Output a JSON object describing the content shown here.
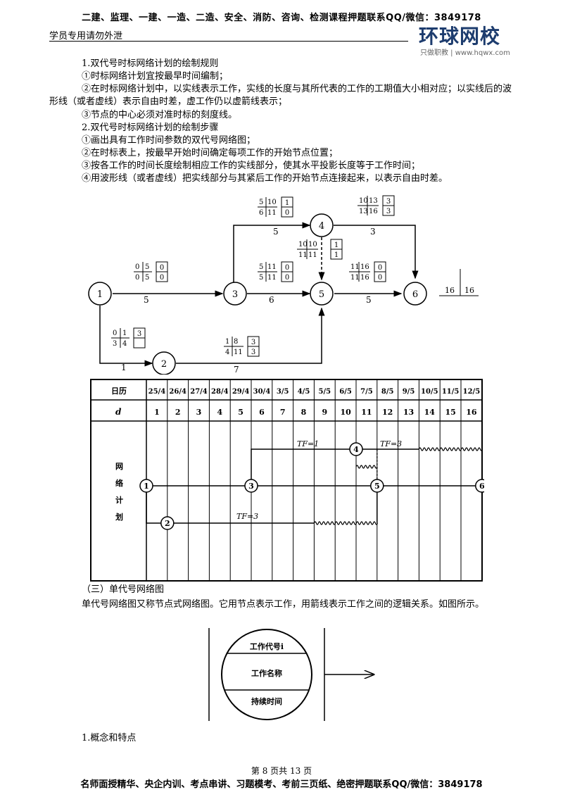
{
  "header": {
    "top_banner": "二建、监理、一建、一造、二造、安全、消防、咨询、检测课程押题联系QQ/微信：3849178",
    "left_note": "学员专用请勿外泄",
    "logo_text": "环球网校",
    "logo_sub": "只做职教 | www.hqwx.com"
  },
  "body": {
    "rules_title": "1.双代号时标网络计划的绘制规则",
    "rule_1": "①时标网络计划宜按最早时间编制；",
    "rule_2": "②在时标网络计划中，以实线表示工作，实线的长度与其所代表的工作的工期值大小相对应；以实线后的波形线（或者虚线）表示自由时差，虚工作仍以虚箭线表示；",
    "rule_3": "③节点的中心必须对准时标的刻度线。",
    "steps_title": "2.双代号时标网络计划的绘制步骤",
    "step_1": "①画出具有工作时间参数的双代号网络图；",
    "step_2": "②在时标表上，按最早开始时间确定每项工作的开始节点位置；",
    "step_3": "③按各工作的时间长度绘制相应工作的实线部分，使其水平投影长度等于工作时间；",
    "step_4": "④用波形线（或者虚线）把实线部分与其紧后工作的开始节点连接起来，以表示自由时差。",
    "section_3": "（三）单代号网络图",
    "single_desc": "单代号网络图又称节点式网络图。它用节点表示工作，用箭线表示工作之间的逻辑关系。如图所示。",
    "concept_title": "1.概念和特点"
  },
  "network": {
    "nodes": [
      "1",
      "2",
      "3",
      "4",
      "5",
      "6"
    ],
    "durations": {
      "a12": "1",
      "a13": "5",
      "a25": "7",
      "a34": "5",
      "a35": "6",
      "a46": "3",
      "a56": "5"
    },
    "params": {
      "p13": [
        "0",
        "5",
        "0",
        "5",
        "0",
        "0"
      ],
      "p12": [
        "0",
        "1",
        "3",
        "4",
        "3",
        ""
      ],
      "p34": [
        "5",
        "10",
        "6",
        "11",
        "1",
        "0"
      ],
      "p35": [
        "5",
        "11",
        "5",
        "11",
        "0",
        "0"
      ],
      "p45": [
        "10",
        "10",
        "11",
        "11",
        "1",
        "1"
      ],
      "p25": [
        "1",
        "8",
        "4",
        "11",
        "3",
        "3"
      ],
      "p46": [
        "10",
        "13",
        "13",
        "16",
        "3",
        "3"
      ],
      "p56": [
        "11",
        "16",
        "11",
        "16",
        "0",
        "0"
      ]
    },
    "end_times": [
      "16",
      "16"
    ]
  },
  "timescale": {
    "row_date_label": "日历",
    "row_day_label": "d",
    "dates": [
      "25/4",
      "26/4",
      "27/4",
      "28/4",
      "29/4",
      "30/4",
      "3/5",
      "4/5",
      "5/5",
      "6/5",
      "7/5",
      "8/5",
      "9/5",
      "10/5",
      "11/5",
      "12/5"
    ],
    "days": [
      "1",
      "2",
      "3",
      "4",
      "5",
      "6",
      "7",
      "8",
      "9",
      "10",
      "11",
      "12",
      "13",
      "14",
      "15",
      "16"
    ],
    "side_label": [
      "网",
      "络",
      "计",
      "划"
    ],
    "tf_labels": [
      "TF=1",
      "TF=3",
      "TF=3"
    ]
  },
  "single_node": {
    "code": "工作代号i",
    "name": "工作名称",
    "duration": "持续时间"
  },
  "footer": {
    "page": "第 8 页共 13 页",
    "ad": "名师面授精华、央企内训、考点串讲、习题模考、考前三页纸、绝密押题联系QQ/微信：3849178"
  }
}
